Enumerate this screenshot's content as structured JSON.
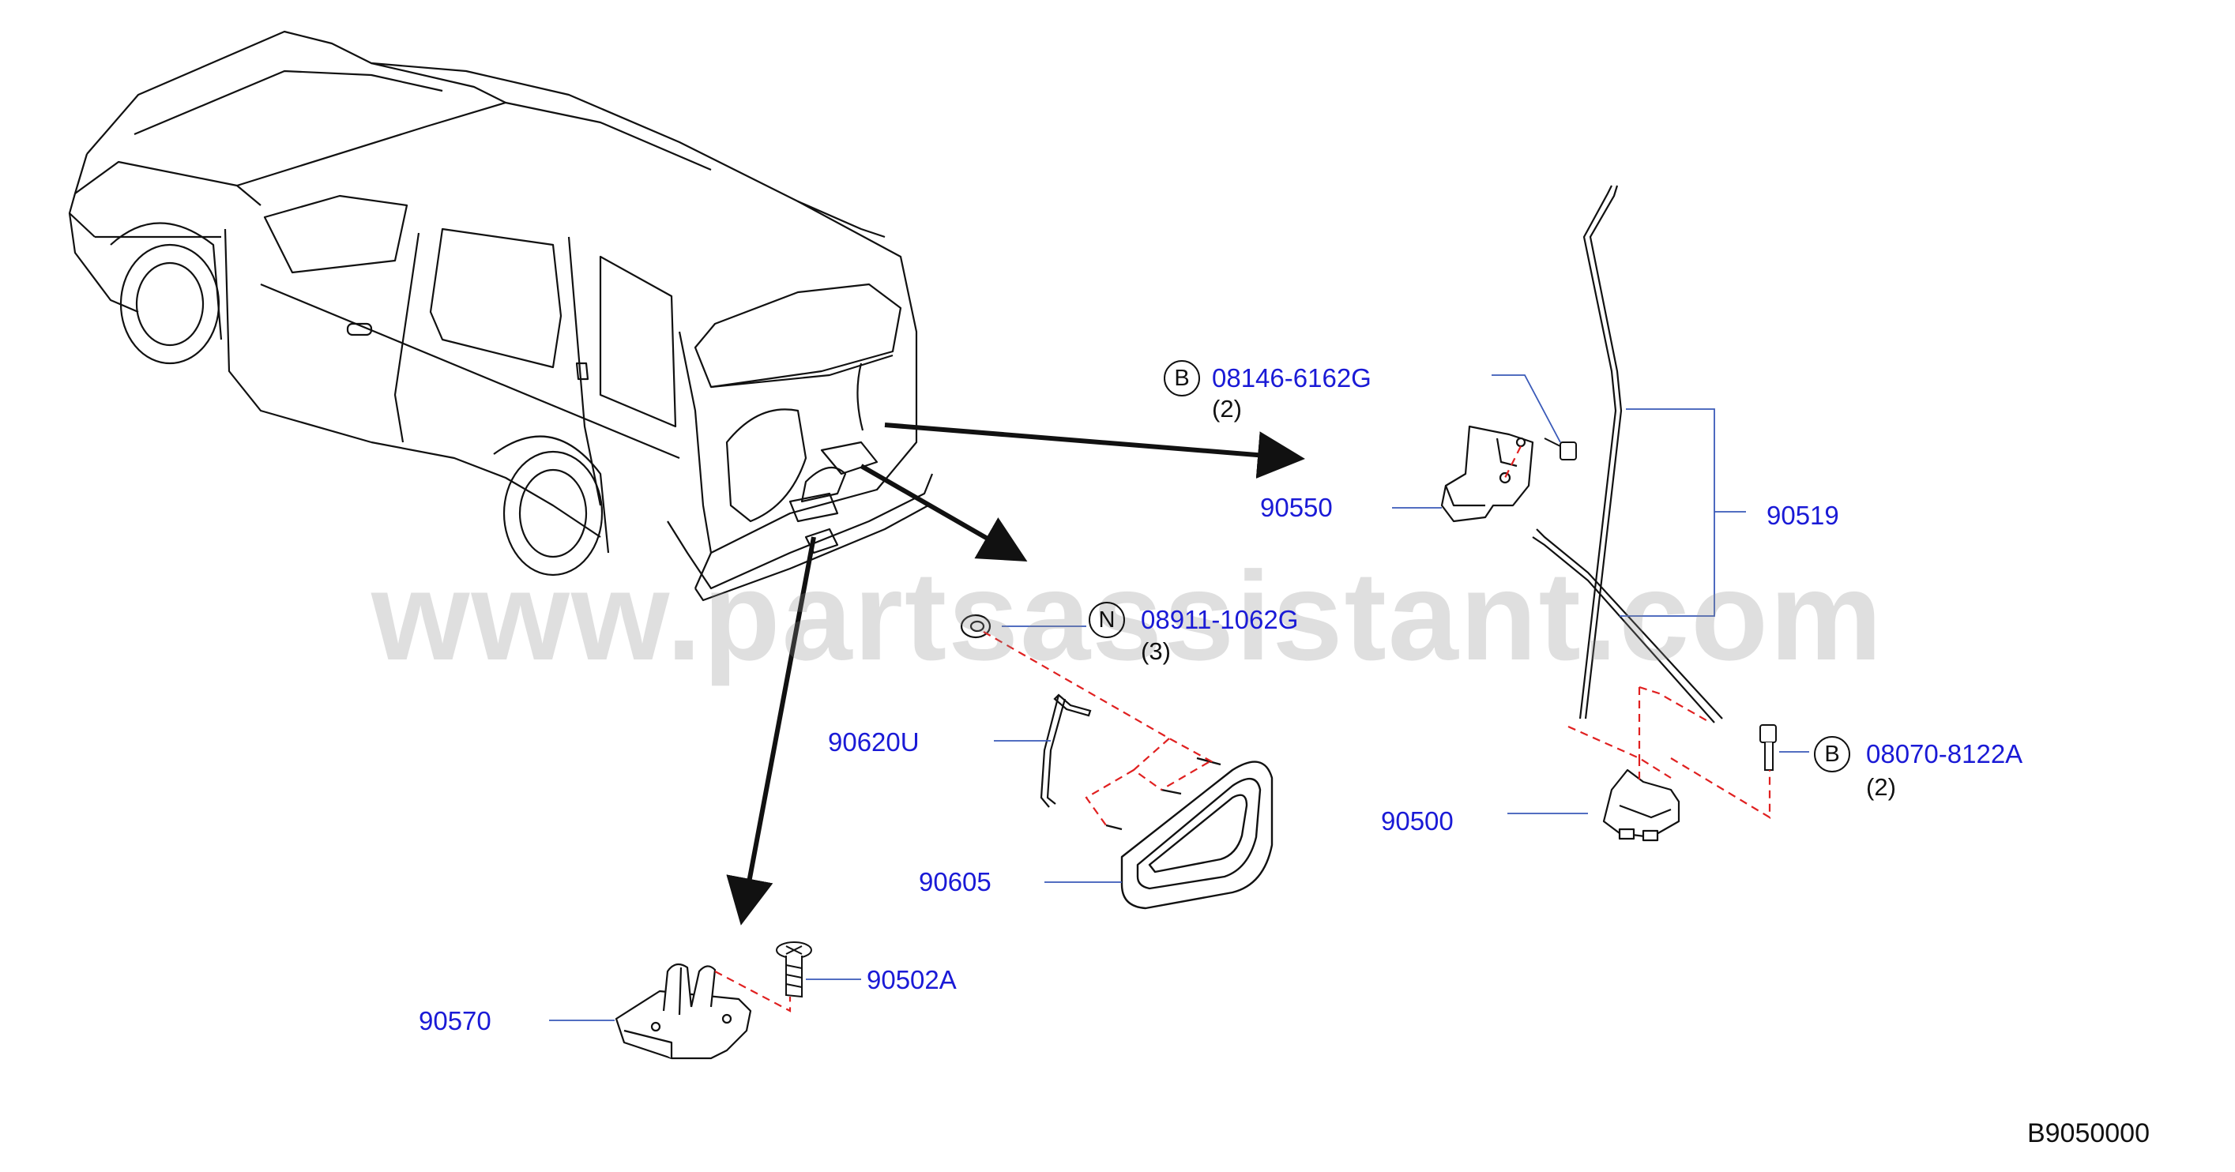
{
  "watermark": "www.partsassistant.com",
  "diagram_code": "B9050000",
  "colors": {
    "label": "#1a1ad6",
    "leader": "#3a5ab8",
    "dashed": "#e02020",
    "line": "#111111"
  },
  "parts": {
    "p90550": "90550",
    "p90519": "90519",
    "p90620u": "90620U",
    "p90605": "90605",
    "p90500": "90500",
    "p90570": "90570",
    "p90502a": "90502A"
  },
  "fasteners": {
    "bolt_b1": {
      "marker": "B",
      "number": "08146-6162G",
      "qty": "(2)"
    },
    "nut_n": {
      "marker": "N",
      "number": "08911-1062G",
      "qty": "(3)"
    },
    "bolt_b2": {
      "marker": "B",
      "number": "08070-8122A",
      "qty": "(2)"
    }
  }
}
